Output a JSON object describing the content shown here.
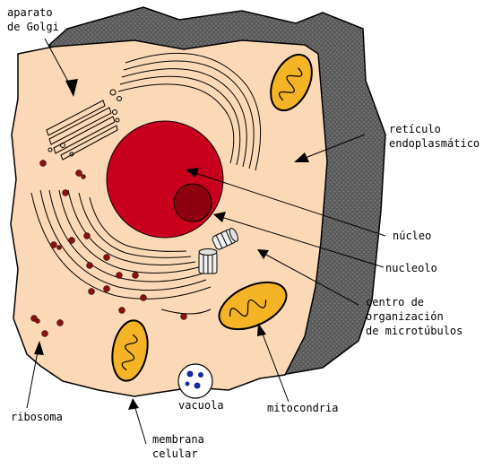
{
  "labels": {
    "golgi": [
      "aparato",
      "de Golgi"
    ],
    "reticulo": [
      "retículo",
      "endoplasmático"
    ],
    "nucleo": "núcleo",
    "nucleolo": "nucleolo",
    "centro": [
      "centro de",
      "organización",
      "de microtúbulos"
    ],
    "ribosoma": "ribosoma",
    "vacuola": "vacuola",
    "mitocondria": "mitocondria",
    "membrana": [
      "membrana",
      "celular"
    ]
  },
  "colors": {
    "cytoplasm": "#fcd9b6",
    "shadow": "#666666",
    "nucleus": "#c8001e",
    "nucleolus": "#8c0010",
    "mitochondria": "#f4b426",
    "ribosome": "#8c1010",
    "vacuole_dots": "#1a2aa0"
  }
}
